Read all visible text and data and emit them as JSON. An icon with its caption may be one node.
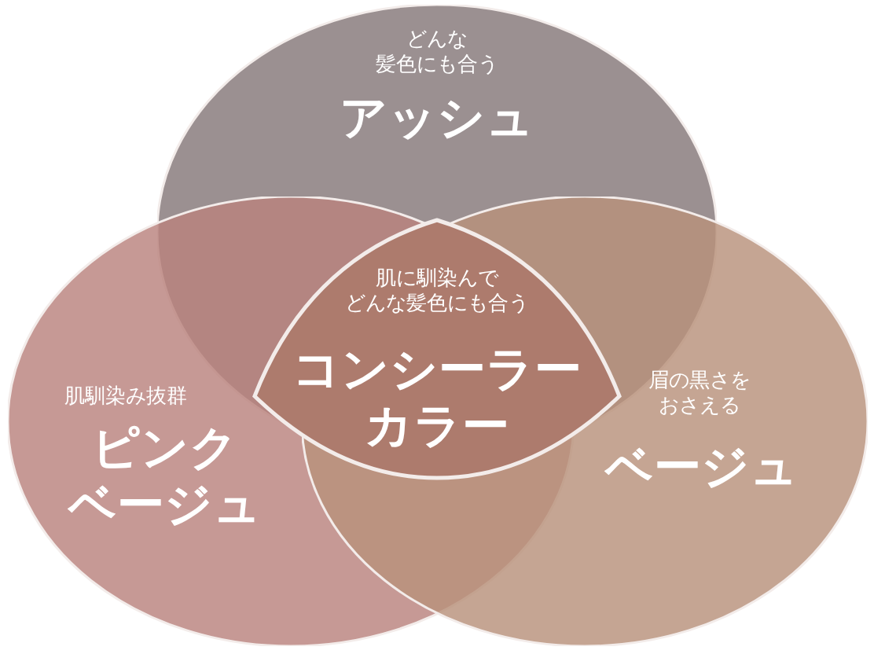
{
  "diagram": {
    "nodes": [
      {
        "text": [
          "どんな髪色にも合う",
          "アッシュ"
        ]
      },
      {
        "text": [
          "肌馴染み抜群",
          "ピンクベージュ"
        ]
      },
      {
        "text": [
          "眉の黒さをおさえる",
          "ベージュ"
        ]
      },
      {
        "text": [
          "肌に馴染んでどんな髪色にも合う",
          "コンシーラーカラー"
        ]
      }
    ]
  }
}
